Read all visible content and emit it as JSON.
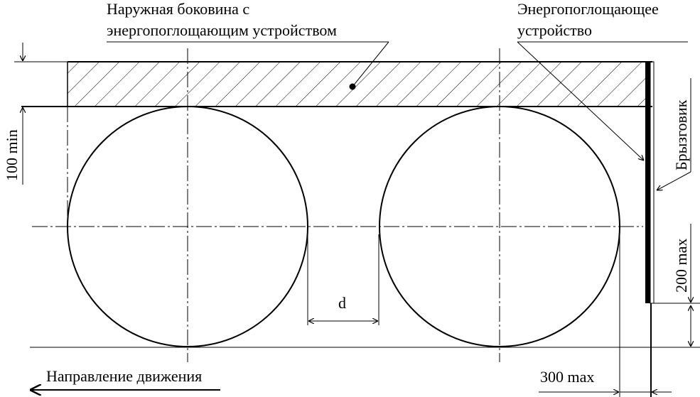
{
  "diagram": {
    "type": "technical-drawing",
    "subject": "Side protection with energy-absorbing device and mudguard",
    "labels": {
      "outer_sidewall_line1": "Наружная боковина с",
      "outer_sidewall_line2": "энергопоглощающим устройством",
      "energy_device_line1": "Энергопоглощающее",
      "energy_device_line2": "устройство",
      "mudguard": "Брызговик",
      "direction": "Направление движения",
      "gap_symbol": "d"
    },
    "dimensions": {
      "sidewall_height": "100 min",
      "mudguard_clearance": "200 max",
      "horizontal_offset": "300 max"
    },
    "colors": {
      "line": "#000000",
      "background": "#ffffff"
    }
  }
}
